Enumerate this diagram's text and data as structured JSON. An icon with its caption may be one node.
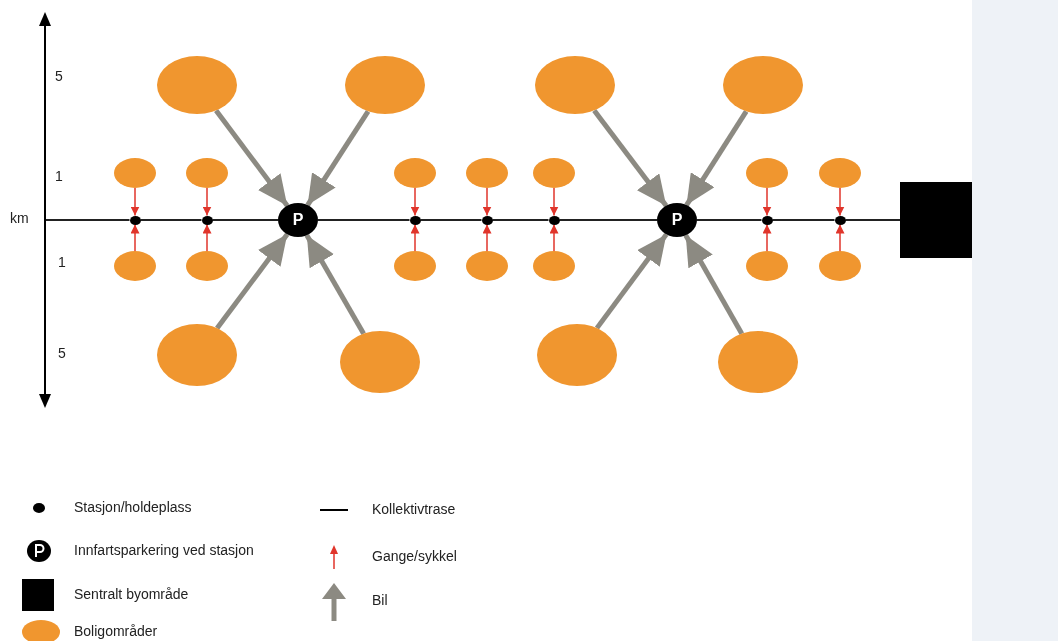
{
  "diagram": {
    "nodes": [
      {
        "text": [],
        "shape": "ellipse"
      },
      {
        "text": [],
        "shape": "ellipse"
      },
      {
        "text": [],
        "shape": "ellipse"
      },
      {
        "text": [],
        "shape": "ellipse"
      },
      {
        "text": [],
        "shape": "ellipse"
      },
      {
        "text": [],
        "shape": "ellipse"
      },
      {
        "text": [],
        "shape": "ellipse"
      },
      {
        "text": [],
        "shape": "ellipse"
      },
      {
        "text": [],
        "shape": "ellipse"
      },
      {
        "text": [],
        "shape": "ellipse"
      },
      {
        "text": [],
        "shape": "ellipse"
      },
      {
        "text": [],
        "shape": "circle"
      },
      {
        "text": [],
        "shape": "circle"
      },
      {
        "text": [
          "P"
        ]
      },
      {
        "text": [],
        "shape": "circle"
      },
      {
        "text": [],
        "shape": "circle"
      },
      {
        "text": [],
        "shape": "circle"
      },
      {
        "text": [
          "P"
        ]
      },
      {
        "text": [],
        "shape": "circle"
      },
      {
        "text": [],
        "shape": "circle"
      },
      {
        "text": [],
        "shape": "box"
      },
      {
        "text": [],
        "shape": "ellipse"
      },
      {
        "text": [],
        "shape": "ellipse"
      },
      {
        "text": [],
        "shape": "ellipse"
      },
      {
        "text": [],
        "shape": "ellipse"
      },
      {
        "text": [],
        "shape": "ellipse"
      },
      {
        "text": [],
        "shape": "ellipse"
      },
      {
        "text": [],
        "shape": "ellipse"
      },
      {
        "text": [],
        "shape": "ellipse"
      },
      {
        "text": [],
        "shape": "ellipse"
      },
      {
        "text": [],
        "shape": "ellipse"
      },
      {
        "text": [],
        "shape": "ellipse"
      }
    ],
    "edges": [
      {
        "from": null,
        "to": 11,
        "arrow": "none",
        "color": "#222222"
      },
      {
        "from": 11,
        "to": 12,
        "arrow": "none",
        "color": "#222222"
      },
      {
        "from": 12,
        "to": 13,
        "arrow": "none",
        "color": "#222222"
      },
      {
        "from": 13,
        "to": 14,
        "arrow": "none",
        "color": "#222222"
      },
      {
        "from": 14,
        "to": 15,
        "arrow": "none",
        "color": "#222222"
      },
      {
        "from": 15,
        "to": 16,
        "arrow": "none",
        "color": "#222222"
      },
      {
        "from": 16,
        "to": 17,
        "arrow": "none",
        "color": "#222222"
      },
      {
        "from": 17,
        "to": 18,
        "arrow": "none",
        "color": "#222222"
      },
      {
        "from": 18,
        "to": 19,
        "arrow": "none",
        "color": "#222222"
      },
      {
        "from": 19,
        "to": 20,
        "arrow": "none",
        "color": "#222222"
      },
      {
        "from": 4,
        "to": 11,
        "arrow": "to"
      },
      {
        "from": 5,
        "to": 12,
        "arrow": "to"
      },
      {
        "from": 6,
        "to": 14,
        "arrow": "to"
      },
      {
        "from": 7,
        "to": 15,
        "arrow": "to"
      },
      {
        "from": 8,
        "to": 16,
        "arrow": "to"
      },
      {
        "from": 9,
        "to": 18,
        "arrow": "to"
      },
      {
        "from": 10,
        "to": 19,
        "arrow": "to"
      },
      {
        "from": 21,
        "to": 11,
        "arrow": "to"
      },
      {
        "from": 22,
        "to": 12,
        "arrow": "to"
      },
      {
        "from": 23,
        "to": 14,
        "arrow": "to"
      },
      {
        "from": 24,
        "to": 15,
        "arrow": "to"
      },
      {
        "from": 25,
        "to": 16,
        "arrow": "to"
      },
      {
        "from": 26,
        "to": 18,
        "arrow": "to"
      },
      {
        "from": 27,
        "to": 19,
        "arrow": "to"
      },
      {
        "from": 0,
        "to": 13,
        "arrow": "to",
        "style": "thick",
        "color": "#8c8a82"
      },
      {
        "from": 1,
        "to": 13,
        "arrow": "to",
        "style": "thick",
        "color": "#8c8a82"
      },
      {
        "from": 2,
        "to": 17,
        "arrow": "to",
        "style": "thick",
        "color": "#8c8a82"
      },
      {
        "from": 3,
        "to": 17,
        "arrow": "to",
        "style": "thick",
        "color": "#8c8a82"
      },
      {
        "from": 28,
        "to": 13,
        "arrow": "to",
        "style": "thick",
        "color": "#8c8a82"
      },
      {
        "from": 29,
        "to": 13,
        "arrow": "to",
        "style": "thick",
        "color": "#8c8a82"
      },
      {
        "from": 30,
        "to": 17,
        "arrow": "to",
        "style": "thick",
        "color": "#8c8a82"
      },
      {
        "from": 31,
        "to": 17,
        "arrow": "to",
        "style": "thick",
        "color": "#8c8a82"
      }
    ],
    "labels": [
      "5",
      "1",
      "km",
      "1",
      "5"
    ],
    "legend": [
      {
        "text": "Stasjon/holdeplass"
      },
      {
        "text": "Innfartsparkering ved stasjon"
      },
      {
        "text": "Sentralt byområde",
        "color": "#000000"
      },
      {
        "text": "Boligområder",
        "color": "#f0962f"
      },
      {
        "text": "Kollektivtrase"
      },
      {
        "text": "Gange/sykkel"
      },
      {
        "text": "Bil"
      }
    ]
  }
}
